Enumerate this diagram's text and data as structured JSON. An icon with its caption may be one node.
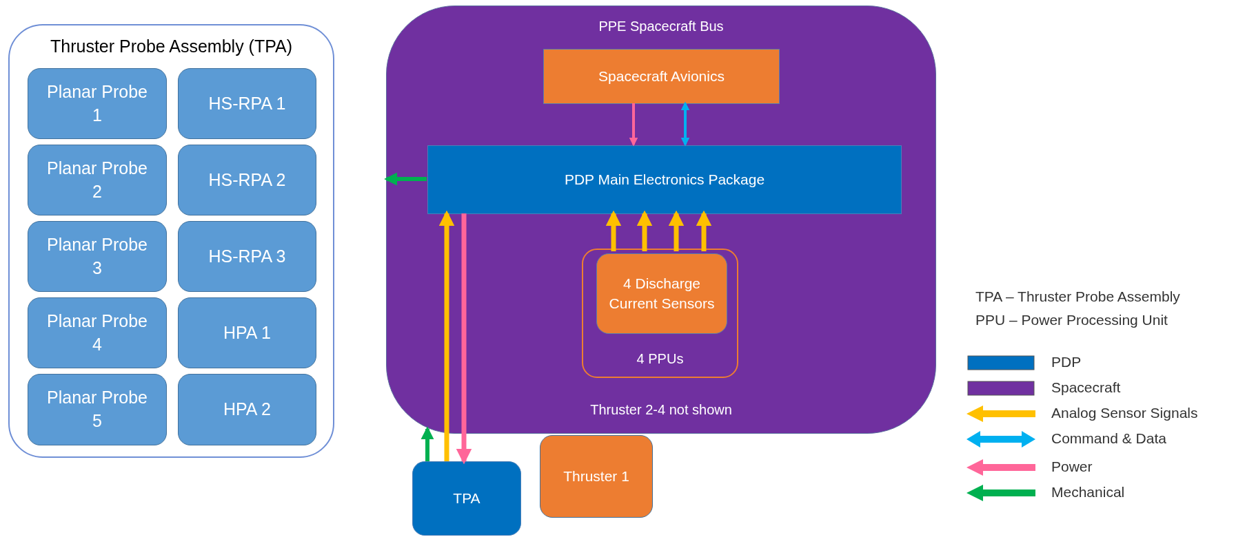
{
  "diagram": {
    "nodes": [
      {
        "text": [
          "Thruster Probe Assembly (TPA)"
        ]
      },
      {
        "text": [
          "Planar Probe 1"
        ],
        "in": 0
      },
      {
        "text": [
          "HS-RPA 1"
        ],
        "in": 0
      },
      {
        "text": [
          "Planar Probe 2"
        ],
        "in": 0
      },
      {
        "text": [
          "HS-RPA 2"
        ],
        "in": 0
      },
      {
        "text": [
          "Planar Probe 3"
        ],
        "in": 0
      },
      {
        "text": [
          "HS-RPA 3"
        ],
        "in": 0
      },
      {
        "text": [
          "Planar Probe 4"
        ],
        "in": 0
      },
      {
        "text": [
          "HPA 1"
        ],
        "in": 0
      },
      {
        "text": [
          "Planar Probe 5"
        ],
        "in": 0
      },
      {
        "text": [
          "HPA 2"
        ],
        "in": 0
      },
      {
        "text": [
          "PPE Spacecraft Bus",
          "Thruster 2-4 not shown"
        ]
      },
      {
        "text": [
          "Spacecraft Avionics"
        ],
        "in": 11
      },
      {
        "text": [
          "PDP Main Electronics Package"
        ],
        "in": 11
      },
      {
        "text": [
          "4 PPUs"
        ],
        "in": 11
      },
      {
        "text": [
          "4 Discharge Current Sensors"
        ],
        "in": 14
      },
      {
        "text": [
          "TPA"
        ]
      },
      {
        "text": [
          "Thruster 1"
        ]
      }
    ],
    "edges": [
      {
        "from": 12,
        "to": 13,
        "arrow": "to",
        "color": "#ff6699"
      },
      {
        "from": 12,
        "to": 13,
        "arrow": "both",
        "color": "#00b0f0"
      },
      {
        "from": 13,
        "to": 11,
        "arrow": "to",
        "color": "#00b050"
      },
      {
        "from": 15,
        "to": 13,
        "arrow": "to"
      },
      {
        "from": 15,
        "to": 13,
        "arrow": "to"
      },
      {
        "from": 15,
        "to": 13,
        "arrow": "to"
      },
      {
        "from": 15,
        "to": 13,
        "arrow": "to"
      },
      {
        "from": 16,
        "to": 13,
        "arrow": "to"
      },
      {
        "from": 13,
        "to": 16,
        "arrow": "to",
        "color": "#ff6699"
      },
      {
        "from": 16,
        "to": 11,
        "arrow": "to",
        "color": "#00b050"
      }
    ],
    "labels": [
      "TPA – Thruster Probe Assembly",
      "PPU – Power Processing Unit"
    ],
    "legend": [
      {
        "text": "PDP",
        "color": "#0070c0"
      },
      {
        "text": "Spacecraft",
        "color": "#7030a0"
      },
      {
        "text": "Analog Sensor Signals"
      },
      {
        "text": "Command & Data"
      },
      {
        "text": "Power"
      },
      {
        "text": "Mechanical"
      }
    ]
  }
}
